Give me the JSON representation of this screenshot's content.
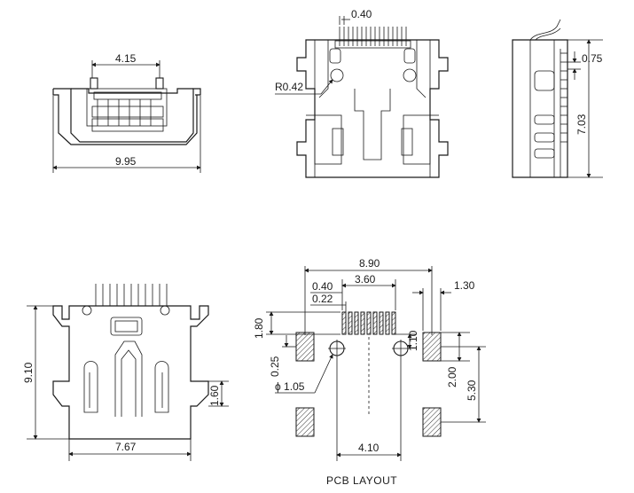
{
  "views": {
    "front": {
      "dim_pitch": "4.15",
      "dim_width": "9.95"
    },
    "top": {
      "dim_pin_pitch": "0.40",
      "dim_radius": "R0.42"
    },
    "side": {
      "dim_thickness": "0.75",
      "dim_height": "7.03"
    },
    "bottom": {
      "dim_height": "9.10",
      "dim_tab": "1.60",
      "dim_width": "7.67"
    },
    "pcb": {
      "title": "PCB LAYOUT",
      "dim_overall": "8.90",
      "dim_pad_span": "3.60",
      "dim_pad_width": "0.40",
      "dim_pad_gap": "0.22",
      "dim_mount_pad": "1.30",
      "dim_pad_length": "1.80",
      "dim_hole_offset": "1.10",
      "dim_hole_y": "0.25",
      "dim_mount_h": "2.00",
      "dim_hole_dia": "ϕ 1.05",
      "dim_mount_span": "5.30",
      "dim_hole_span": "4.10"
    }
  }
}
